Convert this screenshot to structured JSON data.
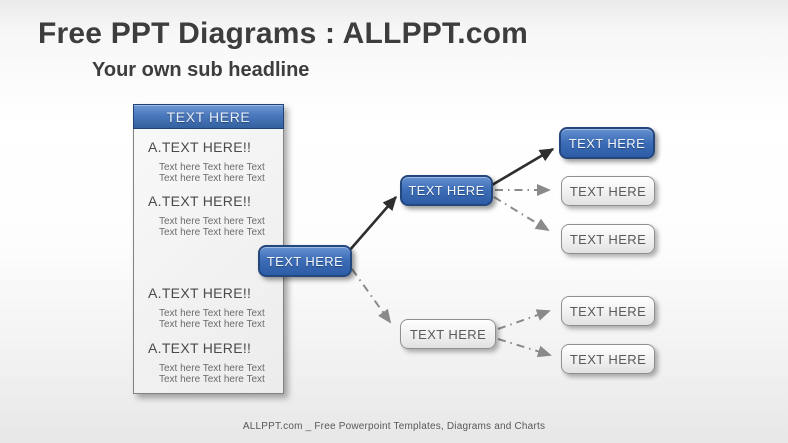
{
  "header": {
    "title": "Free PPT Diagrams : ALLPPT.com",
    "subtitle": "Your own sub headline"
  },
  "panel": {
    "header_label": "TEXT HERE",
    "sections": [
      {
        "heading": "A.TEXT HERE!!",
        "lines": [
          "Text here Text here Text",
          "Text here Text here Text"
        ]
      },
      {
        "heading": "A.TEXT HERE!!",
        "lines": [
          "Text here Text here Text",
          "Text here Text here Text"
        ]
      },
      {
        "heading": "A.TEXT HERE!!",
        "lines": [
          "Text here Text here Text",
          "Text here Text here Text"
        ]
      },
      {
        "heading": "A.TEXT HERE!!",
        "lines": [
          "Text here Text here Text",
          "Text here Text here Text"
        ]
      }
    ]
  },
  "nodes": {
    "root": "TEXT HERE",
    "branch_top": "TEXT HERE",
    "branch_bottom": "TEXT HERE",
    "leaf_top_1": "TEXT HERE",
    "leaf_top_2": "TEXT HERE",
    "leaf_top_3": "TEXT HERE",
    "leaf_bottom_1": "TEXT HERE",
    "leaf_bottom_2": "TEXT HERE"
  },
  "colors": {
    "accent_blue": "#3c6cb6",
    "blue_border": "#24477e",
    "white_node_border": "#8f8f8f",
    "connector_black": "#2e2e2e",
    "connector_gray": "#8a8a8a",
    "title_text": "#3d3d3d",
    "body_text": "#6b6b6b"
  },
  "footer": {
    "text": "ALLPPT.com _ Free Powerpoint Templates, Diagrams and Charts"
  }
}
